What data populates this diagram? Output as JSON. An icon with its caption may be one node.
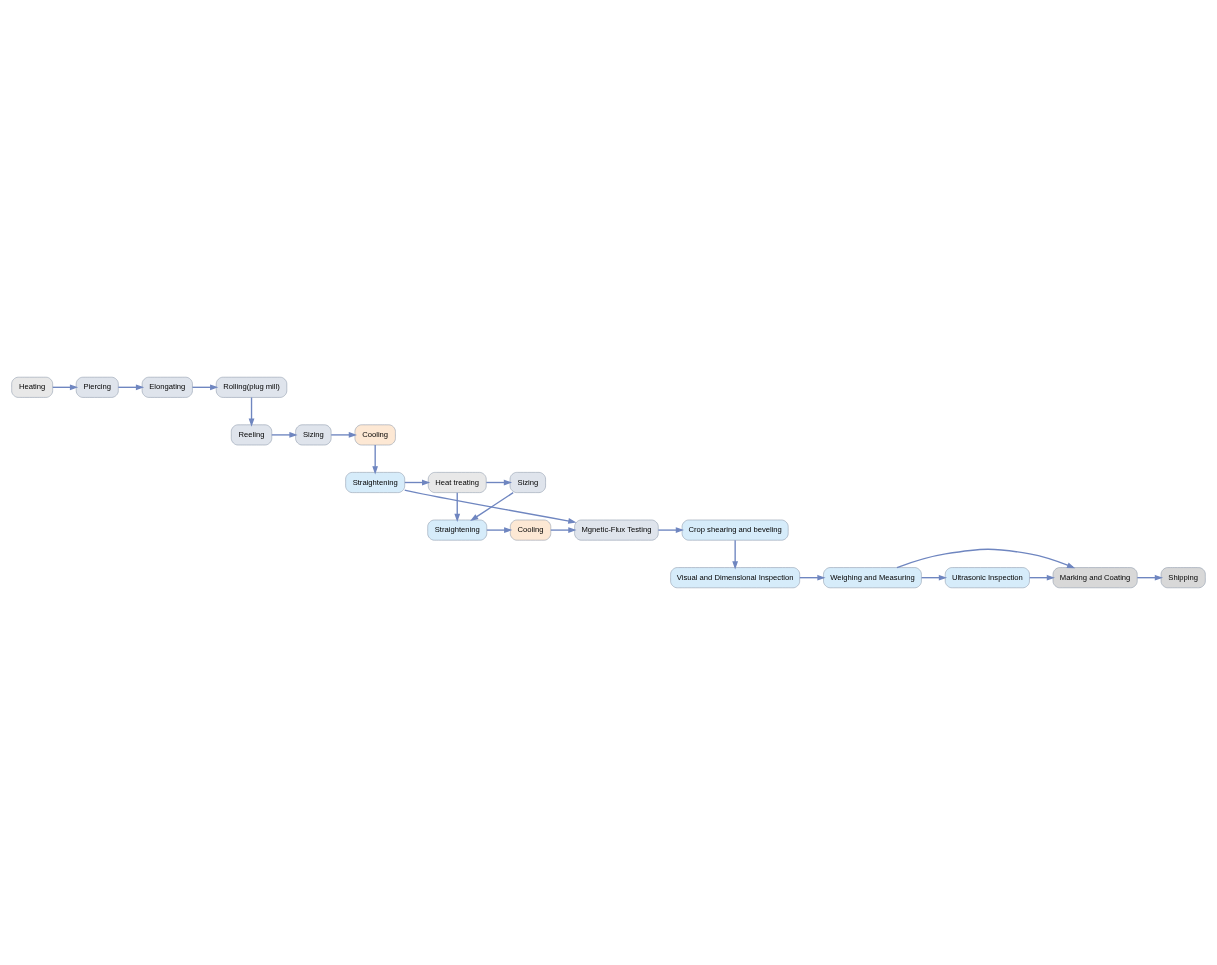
{
  "diagram": {
    "nodes": [
      {
        "text": [
          "Heating"
        ]
      },
      {
        "text": [
          "Piercing"
        ]
      },
      {
        "text": [
          "Elongating"
        ]
      },
      {
        "text": [
          "Rolling(plug mill)"
        ]
      },
      {
        "text": [
          "Reeling"
        ]
      },
      {
        "text": [
          "Sizing"
        ]
      },
      {
        "text": [
          "Cooling"
        ]
      },
      {
        "text": [
          "Straightening"
        ]
      },
      {
        "text": [
          "Heat treating"
        ]
      },
      {
        "text": [
          "Sizing"
        ]
      },
      {
        "text": [
          "Straightening"
        ]
      },
      {
        "text": [
          "Cooling"
        ]
      },
      {
        "text": [
          "Mgnetic-Flux Testing"
        ]
      },
      {
        "text": [
          "Crop shearing and beveling"
        ]
      },
      {
        "text": [
          "Visual and Dimenslonal Inspection"
        ]
      },
      {
        "text": [
          "Weighing and Measuring"
        ]
      },
      {
        "text": [
          "Ultrasonic Inspection"
        ]
      },
      {
        "text": [
          "Marking and Coating"
        ]
      },
      {
        "text": [
          "Shipping"
        ]
      }
    ],
    "edges": [
      {
        "from": 0,
        "to": 1,
        "arrow": "to"
      },
      {
        "from": 1,
        "to": 2,
        "arrow": "to"
      },
      {
        "from": 2,
        "to": 3,
        "arrow": "to"
      },
      {
        "from": 3,
        "to": 4,
        "arrow": "to"
      },
      {
        "from": 4,
        "to": 5,
        "arrow": "to"
      },
      {
        "from": 5,
        "to": 6,
        "arrow": "to"
      },
      {
        "from": 6,
        "to": 7,
        "arrow": "to"
      },
      {
        "from": 7,
        "to": 8,
        "arrow": "to"
      },
      {
        "from": 7,
        "to": 12,
        "arrow": "to"
      },
      {
        "from": 8,
        "to": 9,
        "arrow": "to"
      },
      {
        "from": 8,
        "to": 10,
        "arrow": "to"
      },
      {
        "from": 9,
        "to": 10,
        "arrow": "to"
      },
      {
        "from": 10,
        "to": 11,
        "arrow": "to"
      },
      {
        "from": 11,
        "to": 12,
        "arrow": "to"
      },
      {
        "from": 12,
        "to": 13,
        "arrow": "to"
      },
      {
        "from": 13,
        "to": 14,
        "arrow": "to"
      },
      {
        "from": 14,
        "to": 15,
        "arrow": "to"
      },
      {
        "from": 15,
        "to": 16,
        "arrow": "to"
      },
      {
        "from": 15,
        "to": 17,
        "arrow": "to"
      },
      {
        "from": 16,
        "to": 17,
        "arrow": "to"
      },
      {
        "from": 17,
        "to": 18,
        "arrow": "to"
      }
    ]
  }
}
